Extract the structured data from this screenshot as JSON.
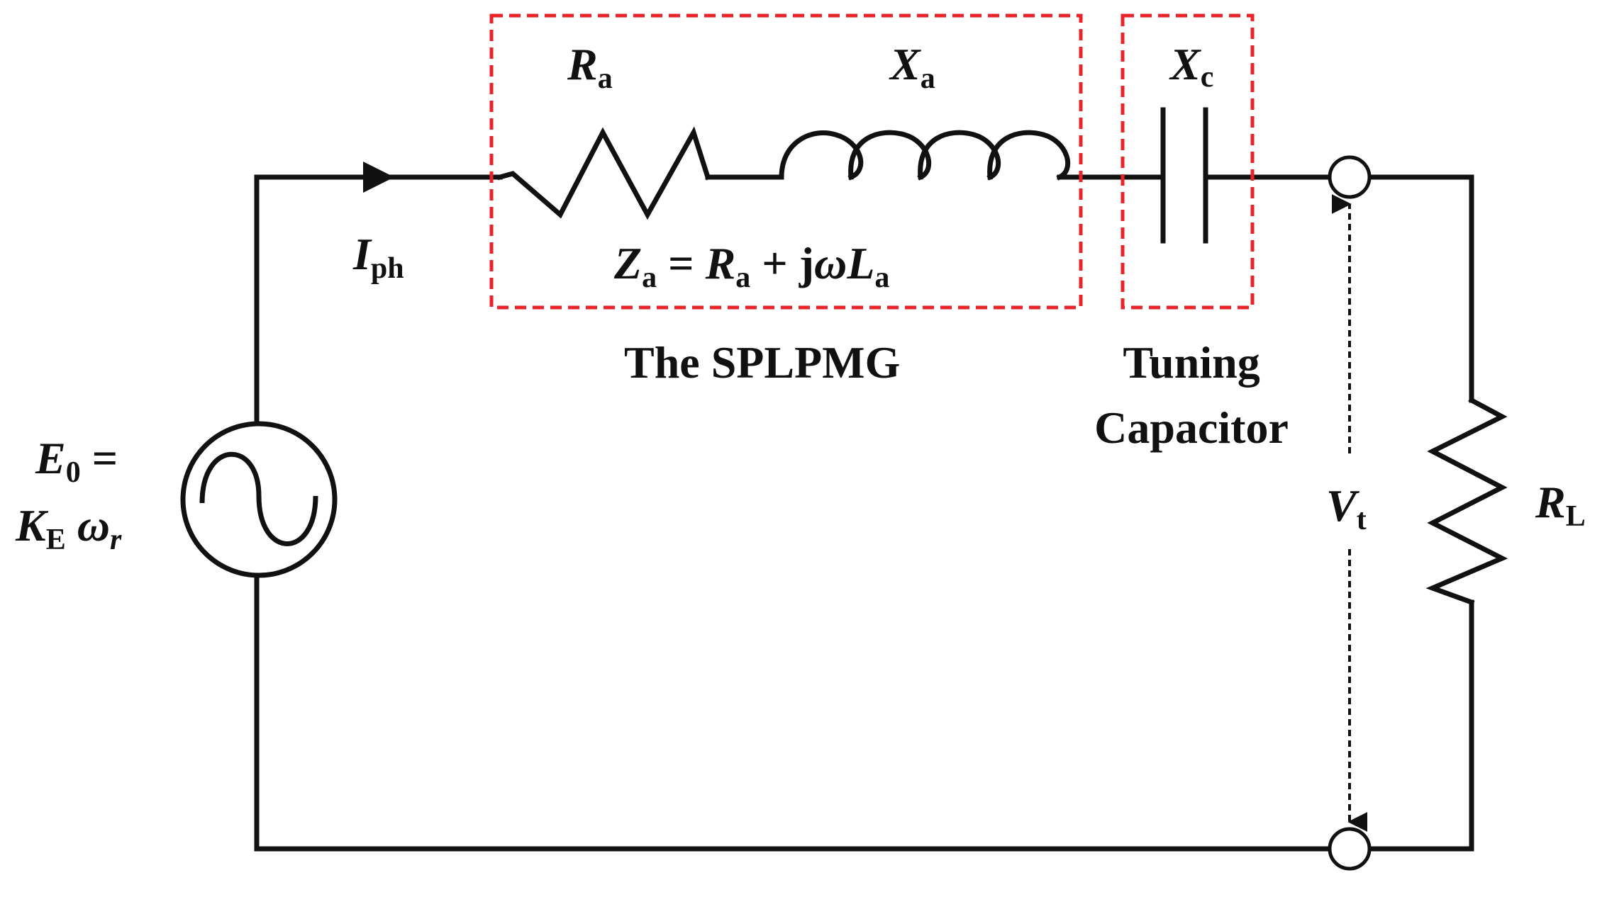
{
  "diagram": {
    "labels": {
      "ra_sym": "R",
      "ra_sub": "a",
      "xa_sym": "X",
      "xa_sub": "a",
      "xc_sym": "X",
      "xc_sub": "c",
      "iph_sym": "I",
      "iph_sub": "ph",
      "za_eq": {
        "z_sym": "Z",
        "z_sub": "a",
        "eq": " = ",
        "r_sym": "R",
        "r_sub": "a",
        "plus": " + j",
        "omega": "ω",
        "l_sym": "L",
        "l_sub": "a"
      },
      "generator_box": "The SPLPMG",
      "capacitor_line1": "Tuning",
      "capacitor_line2": "Capacitor",
      "e0_line1": {
        "sym": "E",
        "sub": "0",
        "eq": " ="
      },
      "e0_line2": {
        "k_sym": "K",
        "k_sub": "E",
        "w_sym": " ω",
        "w_sub": "r"
      },
      "vt_sym": "V",
      "vt_sub": "t",
      "rl_sym": "R",
      "rl_sub": "L"
    },
    "colors": {
      "wire": "#111111",
      "box_dash": "#e8232a"
    }
  }
}
